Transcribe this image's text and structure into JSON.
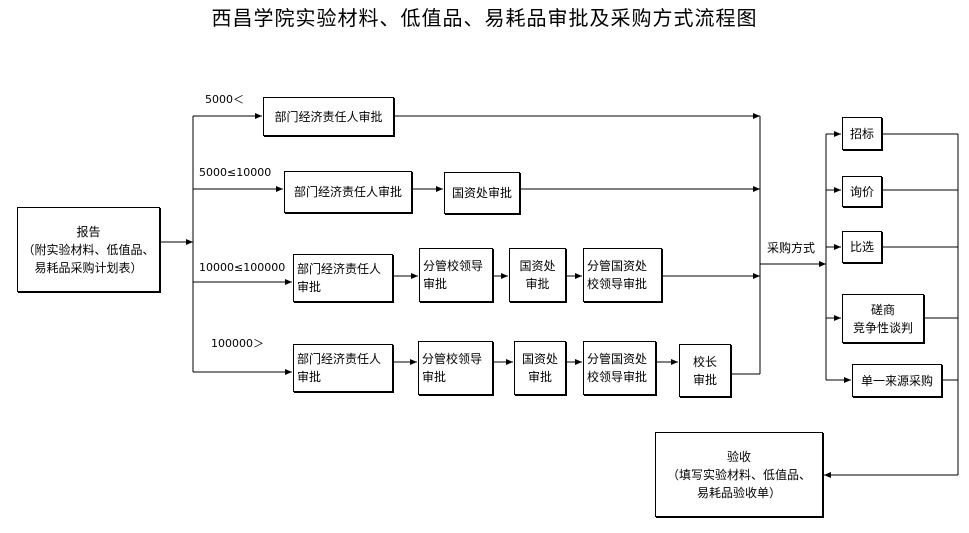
{
  "title": "西昌学院实验材料、低值品、易耗品审批及采购方式流程图",
  "report": {
    "title": "报告",
    "line2": "（附实验材料、低值品、",
    "line3": "易耗品采购计划表）"
  },
  "thresholds": {
    "t1": "5000＜",
    "t2": "5000≤10000",
    "t3": "10000≤100000",
    "t4": "100000＞"
  },
  "row1": {
    "dept": "部门经济责任人审批"
  },
  "row2": {
    "dept": "部门经济责任人审批",
    "asset": "国资处审批"
  },
  "row3": {
    "dept": [
      "部门经济责任人",
      "审批"
    ],
    "leader": [
      "分管校领导",
      "审批"
    ],
    "asset": [
      "国资处",
      "审批"
    ],
    "assetLeader": [
      "分管国资处",
      "校领导审批"
    ]
  },
  "row4": {
    "dept": [
      "部门经济责任人",
      "审批"
    ],
    "leader": [
      "分管校领导",
      "审批"
    ],
    "asset": [
      "国资处",
      "审批"
    ],
    "assetLeader": [
      "分管国资处",
      "校领导审批"
    ],
    "president": [
      "校长",
      "审批"
    ]
  },
  "procurementMethod": "采购方式",
  "methods": {
    "bidding": "招标",
    "inquiry": "询价",
    "comparison": "比选",
    "negotiation": [
      "磋商",
      "竞争性谈判"
    ],
    "single": "单一来源采购"
  },
  "acceptance": {
    "title": "验收",
    "line2": "（填写实验材料、低值品、",
    "line3": "易耗品验收单）"
  }
}
